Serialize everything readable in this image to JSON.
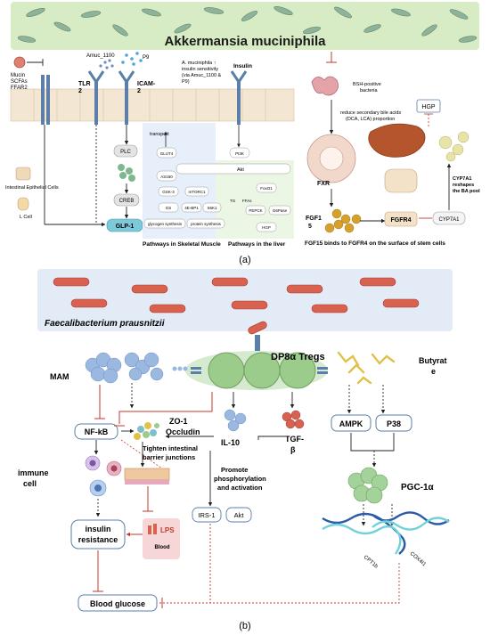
{
  "panel_a": {
    "banner_title": "Akkermansia muciniphila",
    "receptors": {
      "mucin": "Mucin",
      "scfas": "SCFAs",
      "ffar2": "FFAR2",
      "amuc": "Amuc_1100",
      "tlr": "TLR",
      "tlr_num": "2",
      "p9": "P9",
      "icam": "ICAM-",
      "icam_num": "2",
      "note_line1": "A.  muciniphila  ↑",
      "note_line2": "insulin  sensitivity",
      "note_line3": "(via  Amuc_1100 &",
      "note_line4": "P9)",
      "insulin": "Insulin"
    },
    "cells": {
      "epithelial": "Intestinal Epithelial Cells",
      "lcell": "L Cell"
    },
    "signaling": {
      "plc": "PLC",
      "creb": "CREB",
      "glp1": "GLP-1",
      "transport": "transport",
      "glut4": "GLUT4",
      "as160": "AS160",
      "pi3k": "PI3K",
      "akt": "Akt",
      "gsk3": "GSK-3",
      "mtorc1": "mTORC1",
      "gs": "GS",
      "ebp1": "4E-BP1",
      "s6k1": "S6K1",
      "tg": "TG",
      "foxo1": "FoxO1",
      "ffas": "FFAs",
      "pepck": "PEPCK",
      "g6pase": "G6Pase",
      "hgp_small": "HGP",
      "glycogen": "glycogen synthesis",
      "protein": "protein synthesis"
    },
    "pathway_labels": {
      "muscle": "Pathways in Skeletal Muscle",
      "liver": "Pathways in the liver"
    },
    "bile": {
      "bsh": "BSH-positive",
      "bsh2": "bacteria",
      "reduce1": "reduce secondary bile acids",
      "reduce2": "(DCA, LCA) proportion",
      "hgp": "HGP",
      "fxr": "FXR",
      "fgf15": "FGF1",
      "fgf15b": "5",
      "fgfr4": "FGFR4",
      "cyp7a1": "CYP7A1",
      "cyp_note1": "CYP7A1",
      "cyp_note2": "reshapes",
      "cyp_note3": "the BA pool",
      "fgf_caption": "FGF15 binds to FGFR4 on the surface of stem cells"
    },
    "caption": "(a)"
  },
  "panel_b": {
    "banner_title": "Faecalibacterium prausnitzii",
    "tregs": "DP8α Tregs",
    "mam": "MAM",
    "butyrate": "Butyrat",
    "butyrate2": "e",
    "nfkb": "NF-kB",
    "zo1": "ZO-1",
    "occludin": "Occludin",
    "il10": "IL-10",
    "tgf": "TGF-",
    "tgf2": "β",
    "ampk": "AMPK",
    "p38": "P38",
    "tighten1": "Tighten intestinal",
    "tighten2": "barrier junctions",
    "immune1": "immune",
    "immune2": "cell",
    "promote1": "Promote",
    "promote2": "phosphorylation",
    "promote3": "and activation",
    "irs1": "IRS-1",
    "akt": "Akt",
    "pgc": "PGC-1α",
    "lps": "LPS",
    "blood": "Blood",
    "insulin1": "insulin",
    "insulin2": "resistance",
    "cpt1b": "CPT1b",
    "cox4i1": "COX4I1",
    "blood_glucose": "Blood glucose",
    "caption": "(b)"
  },
  "colors": {
    "banner_green": "#d7ecc4",
    "banner_blue": "#e3ebf7",
    "bacteria": "#d9614f",
    "receptor": "#5b7fa8",
    "red_line": "#c0392b",
    "treg_green": "#9ccc8c",
    "glp_blue": "#7ec9d9"
  }
}
